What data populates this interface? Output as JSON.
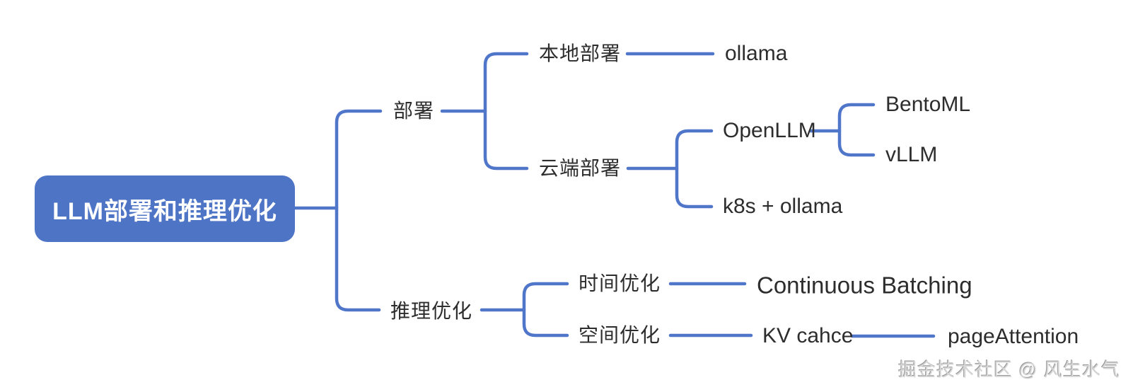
{
  "mindmap": {
    "root": {
      "label": "LLM部署和推理优化",
      "children": [
        {
          "label": "部署",
          "children": [
            {
              "label": "本地部署",
              "children": [
                {
                  "label": "ollama"
                }
              ]
            },
            {
              "label": "云端部署",
              "children": [
                {
                  "label": "OpenLLM",
                  "children": [
                    {
                      "label": "BentoML"
                    },
                    {
                      "label": "vLLM"
                    }
                  ]
                },
                {
                  "label": "k8s + ollama"
                }
              ]
            }
          ]
        },
        {
          "label": "推理优化",
          "children": [
            {
              "label": "时间优化",
              "children": [
                {
                  "label": "Continuous Batching"
                }
              ]
            },
            {
              "label": "空间优化",
              "children": [
                {
                  "label": "KV cahce",
                  "children": [
                    {
                      "label": "pageAttention"
                    }
                  ]
                }
              ]
            }
          ]
        }
      ]
    }
  },
  "watermark": {
    "text": "掘金技术社区 @ 风生水气"
  },
  "colors": {
    "background": "#ffffff",
    "node_fill": "#4e74c6",
    "node_text": "#ffffff",
    "line": "#5076ca",
    "label_text": "#2d2d2d",
    "watermark": "#d6d6d6"
  }
}
